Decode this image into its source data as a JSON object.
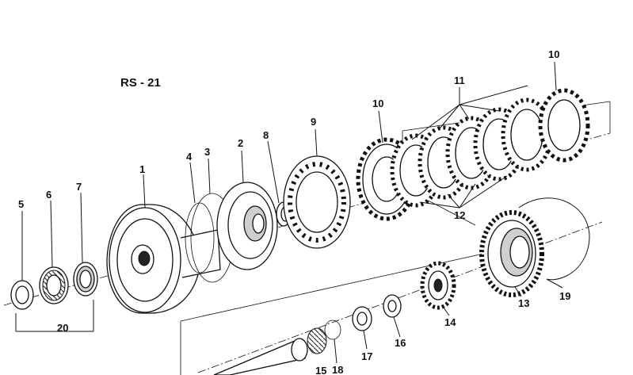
{
  "title": "RS - 21",
  "callouts": {
    "c1": "1",
    "c2": "2",
    "c3": "3",
    "c4": "4",
    "c5": "5",
    "c6": "6",
    "c7": "7",
    "c8": "8",
    "c9": "9",
    "c10a": "10",
    "c10b": "10",
    "c11": "11",
    "c12": "12",
    "c13": "13",
    "c14": "14",
    "c15": "15",
    "c16": "16",
    "c17": "17",
    "c18": "18",
    "c19": "19",
    "c20": "20"
  }
}
